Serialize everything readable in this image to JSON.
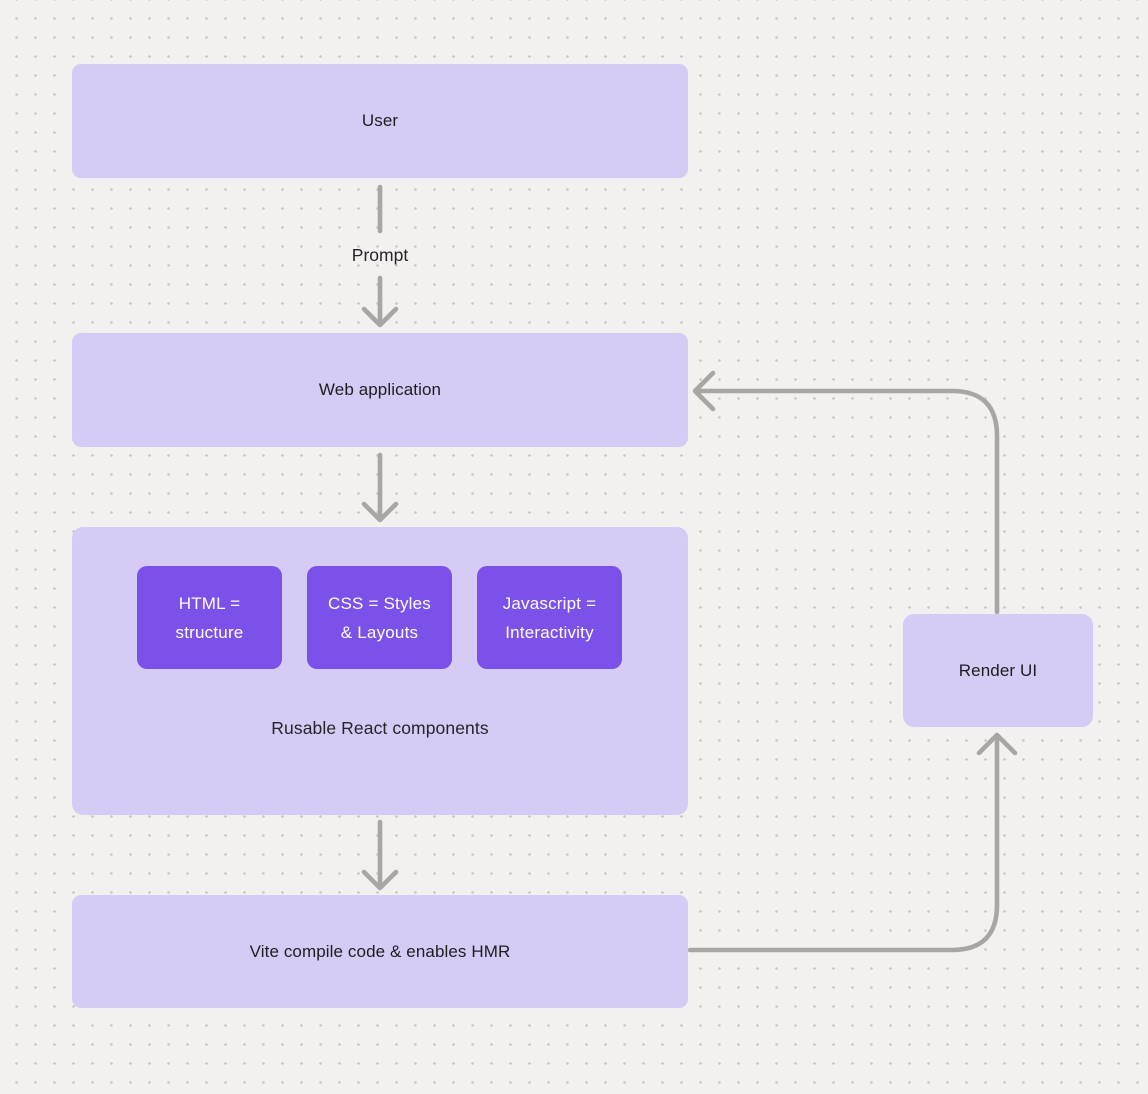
{
  "colors": {
    "canvas_background": "#f2f1ef",
    "canvas_dot": "#c7c4c1",
    "node_fill": "#d6cbf4",
    "accent_fill": "#7c51e9",
    "node_text": "#1e1d20",
    "accent_text": "#ffffff",
    "arrow": "#a8a6a4"
  },
  "diagram": {
    "nodes": {
      "user": {
        "label": "User"
      },
      "web_application": {
        "label": "Web application"
      },
      "components_group": {
        "caption": "Rusable React components",
        "children": [
          {
            "line1": "HTML =",
            "line2": "structure"
          },
          {
            "line1": "CSS = Styles",
            "line2": "& Layouts"
          },
          {
            "line1": "Javascript =",
            "line2": "Interactivity"
          }
        ]
      },
      "vite": {
        "label": "Vite compile code & enables HMR"
      },
      "render_ui": {
        "label": "Render UI"
      }
    },
    "edge_labels": {
      "prompt": "Prompt"
    }
  }
}
